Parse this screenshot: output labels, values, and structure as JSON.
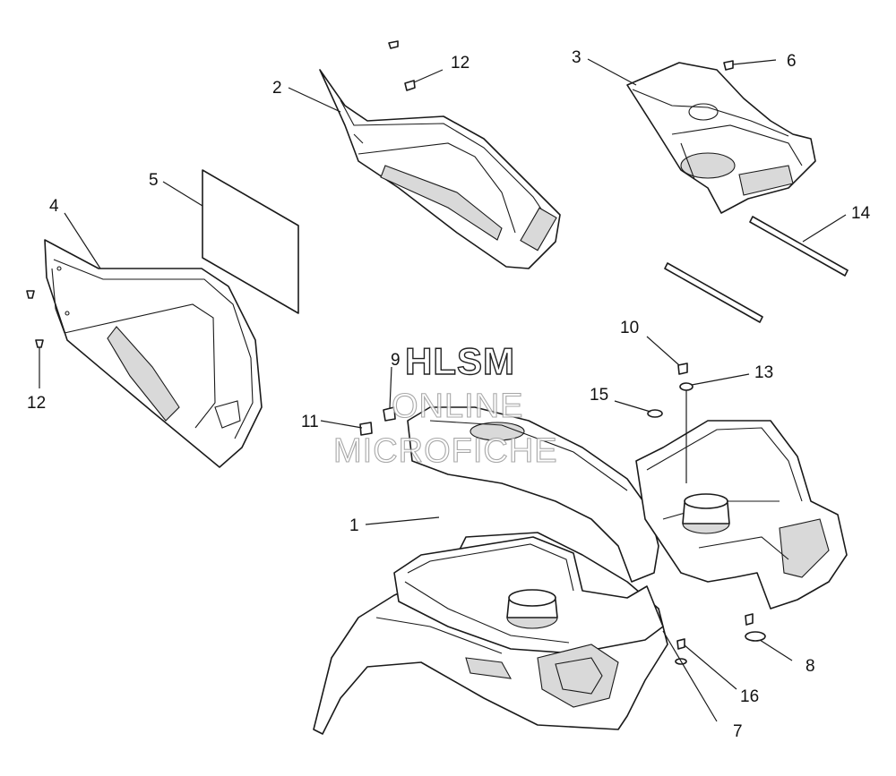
{
  "watermark": {
    "line1": "HLSM",
    "line2": "ONLINE",
    "line3": "MICROFICHE"
  },
  "callouts": {
    "c1": "1",
    "c2": "2",
    "c3": "3",
    "c4": "4",
    "c5": "5",
    "c6": "6",
    "c7": "7",
    "c8": "8",
    "c9": "9",
    "c10": "10",
    "c11": "11",
    "c12a": "12",
    "c12b": "12",
    "c13": "13",
    "c14": "14",
    "c15": "15",
    "c16": "16"
  }
}
